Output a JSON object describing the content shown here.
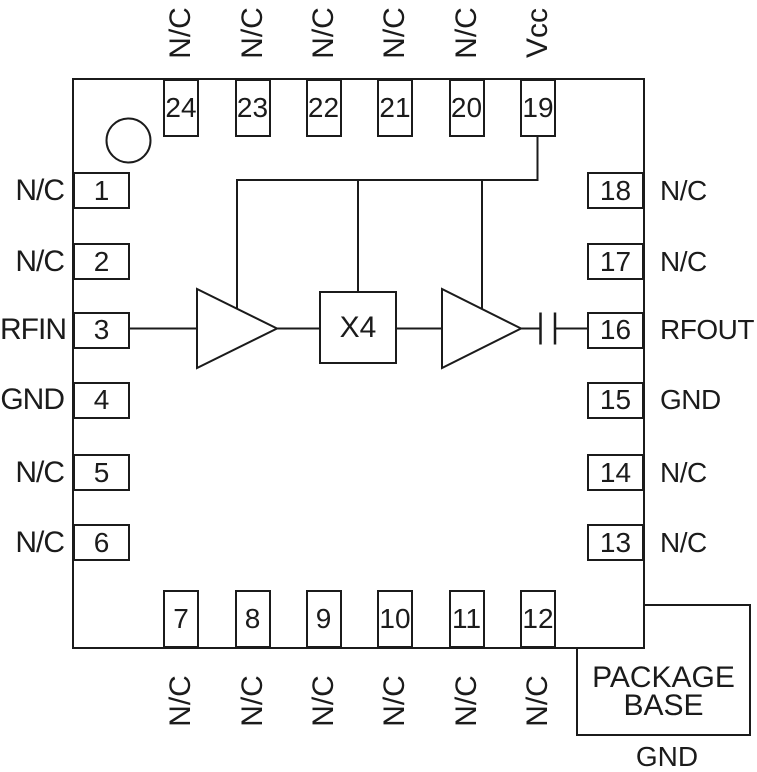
{
  "pins": {
    "top": [
      {
        "number": "24",
        "label": "N/C"
      },
      {
        "number": "23",
        "label": "N/C"
      },
      {
        "number": "22",
        "label": "N/C"
      },
      {
        "number": "21",
        "label": "N/C"
      },
      {
        "number": "20",
        "label": "N/C"
      },
      {
        "number": "19",
        "label": "Vcc"
      }
    ],
    "bottom": [
      {
        "number": "7",
        "label": "N/C"
      },
      {
        "number": "8",
        "label": "N/C"
      },
      {
        "number": "9",
        "label": "N/C"
      },
      {
        "number": "10",
        "label": "N/C"
      },
      {
        "number": "11",
        "label": "N/C"
      },
      {
        "number": "12",
        "label": "N/C"
      }
    ],
    "left": [
      {
        "number": "1",
        "label": "N/C"
      },
      {
        "number": "2",
        "label": "N/C"
      },
      {
        "number": "3",
        "label": "RFIN"
      },
      {
        "number": "4",
        "label": "GND"
      },
      {
        "number": "5",
        "label": "N/C"
      },
      {
        "number": "6",
        "label": "N/C"
      }
    ],
    "right": [
      {
        "number": "18",
        "label": "N/C"
      },
      {
        "number": "17",
        "label": "N/C"
      },
      {
        "number": "16",
        "label": "RFOUT"
      },
      {
        "number": "15",
        "label": "GND"
      },
      {
        "number": "14",
        "label": "N/C"
      },
      {
        "number": "13",
        "label": "N/C"
      }
    ]
  },
  "blocks": {
    "multiplier": "X4"
  },
  "package_base": {
    "line1": "PACKAGE",
    "line2": "BASE",
    "ground": "GND"
  },
  "colors": {
    "line": "#1b1b1b",
    "background": "#ffffff"
  }
}
